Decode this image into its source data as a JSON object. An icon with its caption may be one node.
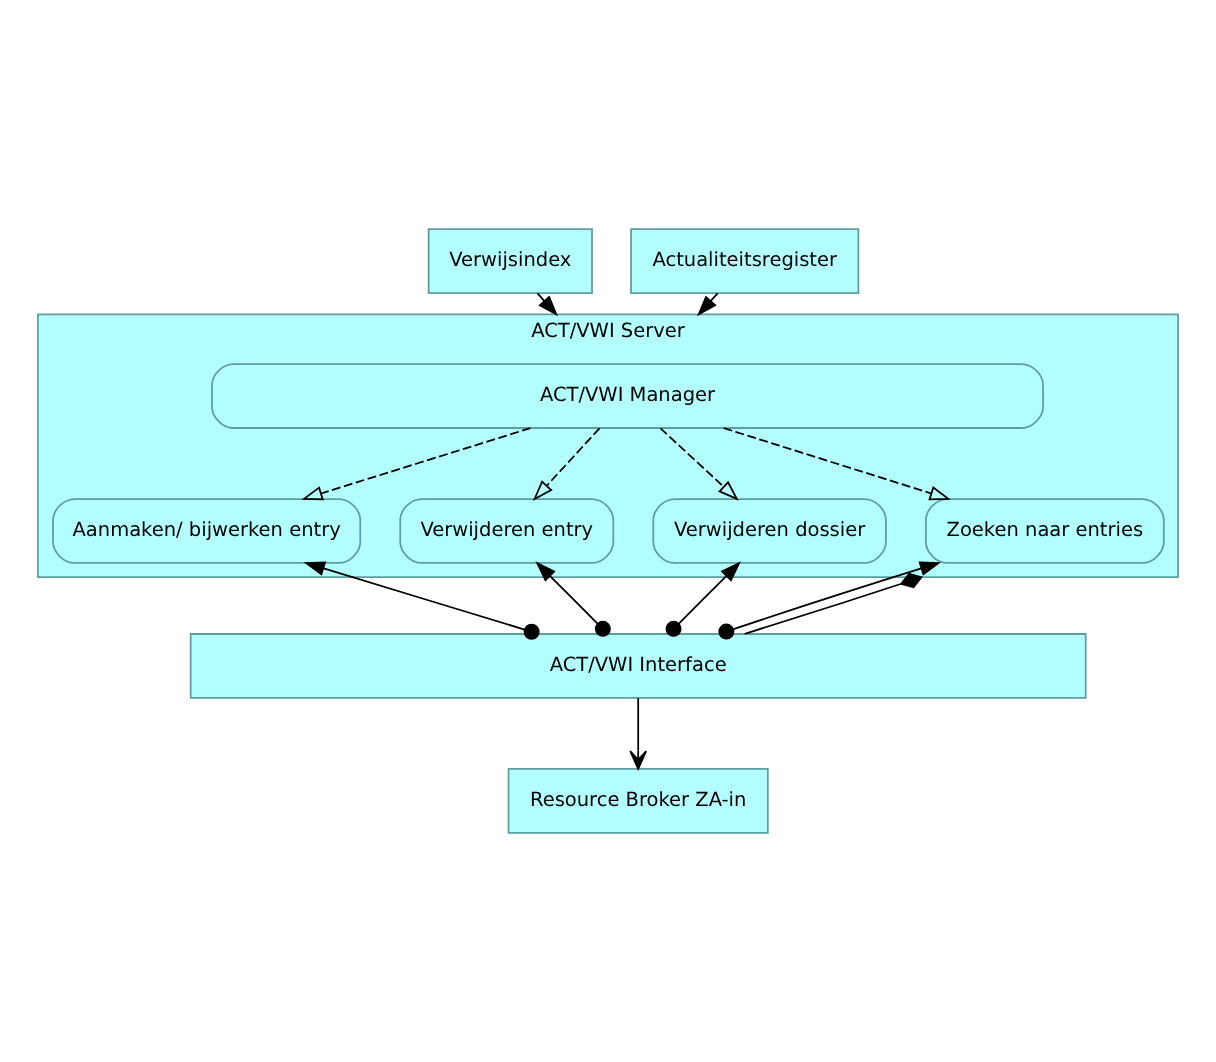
{
  "diagram": {
    "nodes": [
      {
        "text": [
          "Verwijsindex"
        ]
      },
      {
        "text": [
          "Actualiteitsregister"
        ]
      },
      {
        "text": [
          "ACT/VWI Server"
        ]
      },
      {
        "text": [
          "ACT/VWI Manager"
        ],
        "in": 2
      },
      {
        "text": [
          "Aanmaken/ bijwerken entry"
        ],
        "in": 2
      },
      {
        "text": [
          "Verwijderen entry"
        ],
        "in": 2
      },
      {
        "text": [
          "Verwijderen dossier"
        ],
        "in": 2
      },
      {
        "text": [
          "Zoeken naar entries"
        ],
        "in": 2
      },
      {
        "text": [
          "ACT/VWI Interface"
        ]
      },
      {
        "text": [
          "Resource Broker ZA-in"
        ]
      }
    ],
    "edges": [
      {
        "from": 0,
        "to": 2,
        "arrow": "to"
      },
      {
        "from": 1,
        "to": 2,
        "arrow": "to"
      },
      {
        "from": 3,
        "to": 4,
        "arrow": "to",
        "style": "dashed"
      },
      {
        "from": 3,
        "to": 5,
        "arrow": "to",
        "style": "dashed"
      },
      {
        "from": 3,
        "to": 6,
        "arrow": "to",
        "style": "dashed"
      },
      {
        "from": 3,
        "to": 7,
        "arrow": "to",
        "style": "dashed"
      },
      {
        "from": 8,
        "to": 4,
        "arrow": "to"
      },
      {
        "from": 8,
        "to": 5,
        "arrow": "to"
      },
      {
        "from": 8,
        "to": 6,
        "arrow": "to"
      },
      {
        "from": 8,
        "to": 7,
        "arrow": "to"
      },
      {
        "from": 2,
        "to": 8,
        "arrow": "other"
      },
      {
        "from": 8,
        "to": 9,
        "arrow": "to"
      }
    ]
  }
}
